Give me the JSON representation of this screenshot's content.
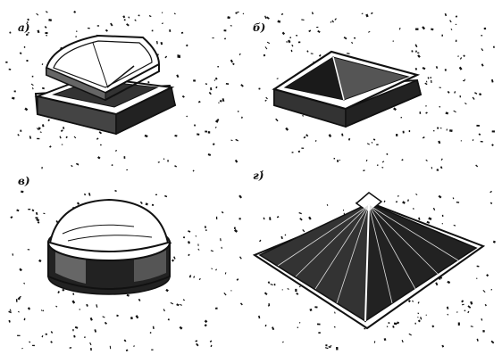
{
  "panels": [
    {
      "id": "a",
      "label": "а)"
    },
    {
      "id": "b",
      "label": "б)"
    },
    {
      "id": "v",
      "label": "в)"
    },
    {
      "id": "g",
      "label": "г)"
    }
  ],
  "colors": {
    "ink": "#111111",
    "paper": "#ffffff"
  }
}
